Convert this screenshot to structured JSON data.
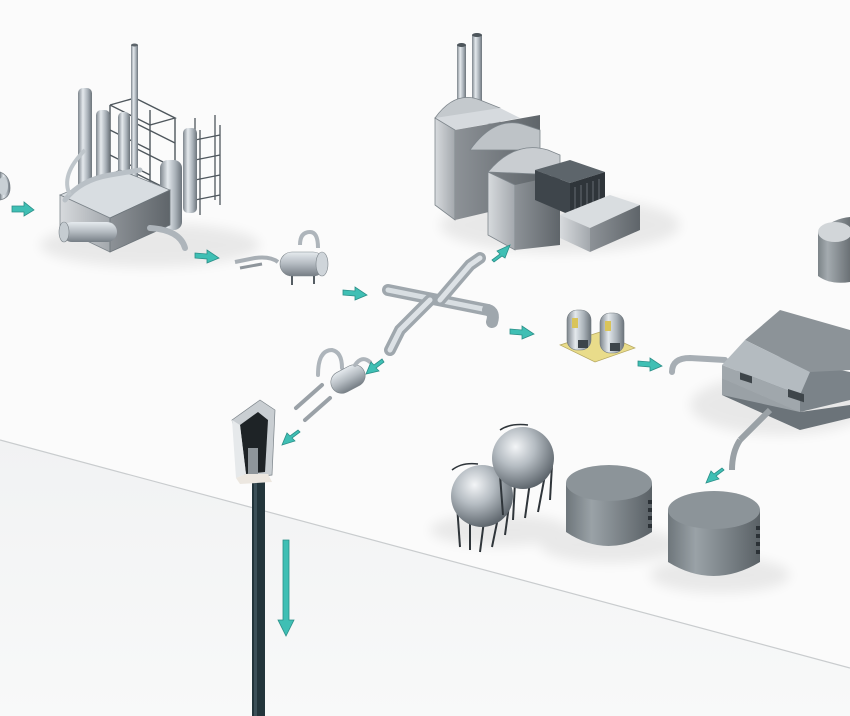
{
  "diagram": {
    "kind": "isometric process flow",
    "labels": [],
    "colors": {
      "ground_top": "#fbfbfb",
      "ground_front": "#f4f5f5",
      "ground_edge": "#c9ccce",
      "metal_light": "#dfe4e8",
      "metal_mid": "#aeb5bb",
      "metal_dark": "#6f777e",
      "flow_arrow": "#3fbfb4",
      "flow_arrow_edge": "#2b8f88",
      "well_pipe": "#23353b",
      "pad_yellow": "#e9dc8a",
      "tank_top": "#8c9499",
      "tank_side": "#7b8388"
    },
    "nodes": [
      {
        "id": "feed-source",
        "icon": "vessel-icon"
      },
      {
        "id": "refinery-unit",
        "icon": "refinery-icon"
      },
      {
        "id": "power-plant",
        "icon": "factory-icon"
      },
      {
        "id": "heat-exchanger",
        "icon": "heat-exchanger-icon"
      },
      {
        "id": "pipe-manifold",
        "icon": "pipe-junction-icon"
      },
      {
        "id": "dual-tank-skid",
        "icon": "tank-skid-icon"
      },
      {
        "id": "processing-building",
        "icon": "building-icon"
      },
      {
        "id": "storage-silo",
        "icon": "silo-icon"
      },
      {
        "id": "compressor-unit",
        "icon": "compressor-icon"
      },
      {
        "id": "injection-wellhead",
        "icon": "wellhead-icon"
      },
      {
        "id": "spherical-tank-1",
        "icon": "sphere-tank-icon"
      },
      {
        "id": "spherical-tank-2",
        "icon": "sphere-tank-icon"
      },
      {
        "id": "storage-tank-1",
        "icon": "storage-tank-icon"
      },
      {
        "id": "storage-tank-2",
        "icon": "storage-tank-icon"
      },
      {
        "id": "injection-well",
        "icon": "well-pipe-icon"
      }
    ],
    "flows": [
      {
        "from": "feed-source",
        "to": "refinery-unit"
      },
      {
        "from": "refinery-unit",
        "to": "heat-exchanger"
      },
      {
        "from": "heat-exchanger",
        "to": "pipe-manifold"
      },
      {
        "from": "pipe-manifold",
        "to": "power-plant"
      },
      {
        "from": "pipe-manifold",
        "to": "dual-tank-skid"
      },
      {
        "from": "dual-tank-skid",
        "to": "processing-building"
      },
      {
        "from": "processing-building",
        "to": "storage-tank-2"
      },
      {
        "from": "pipe-manifold",
        "to": "compressor-unit"
      },
      {
        "from": "compressor-unit",
        "to": "injection-wellhead"
      },
      {
        "from": "injection-wellhead",
        "to": "injection-well"
      }
    ]
  }
}
